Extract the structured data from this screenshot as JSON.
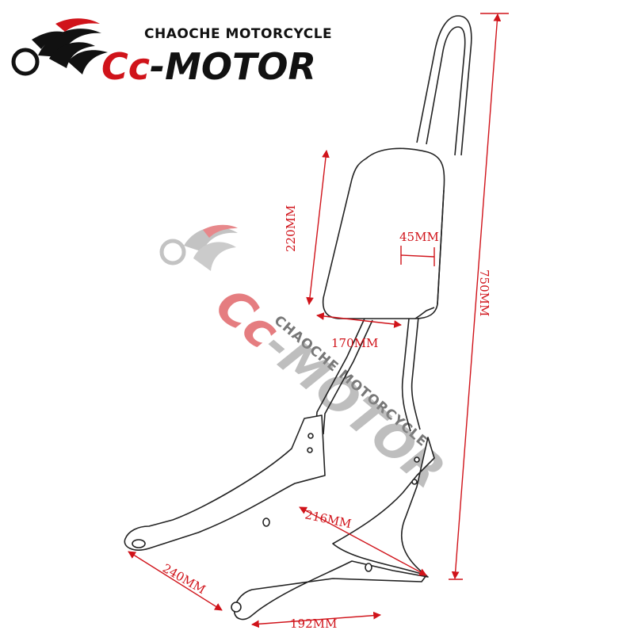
{
  "logo": {
    "tagline": "CHAOCHE MOTORCYCLE",
    "name_red": "Cc",
    "name_rest": "-MOTOR"
  },
  "watermark": {
    "tagline": "CHAOCHE MOTORCYCLE",
    "name_red": "Cc",
    "name_rest": "-MOTOR"
  },
  "dimensions": {
    "pad_height": "220MM",
    "pad_thickness": "45MM",
    "pad_width": "170MM",
    "total_height": "750MM",
    "plate_span": "216MM",
    "left_plate_length": "240MM",
    "bottom_span": "192MM"
  },
  "colors": {
    "dimension_red": "#d0131a",
    "outline": "#222222"
  }
}
